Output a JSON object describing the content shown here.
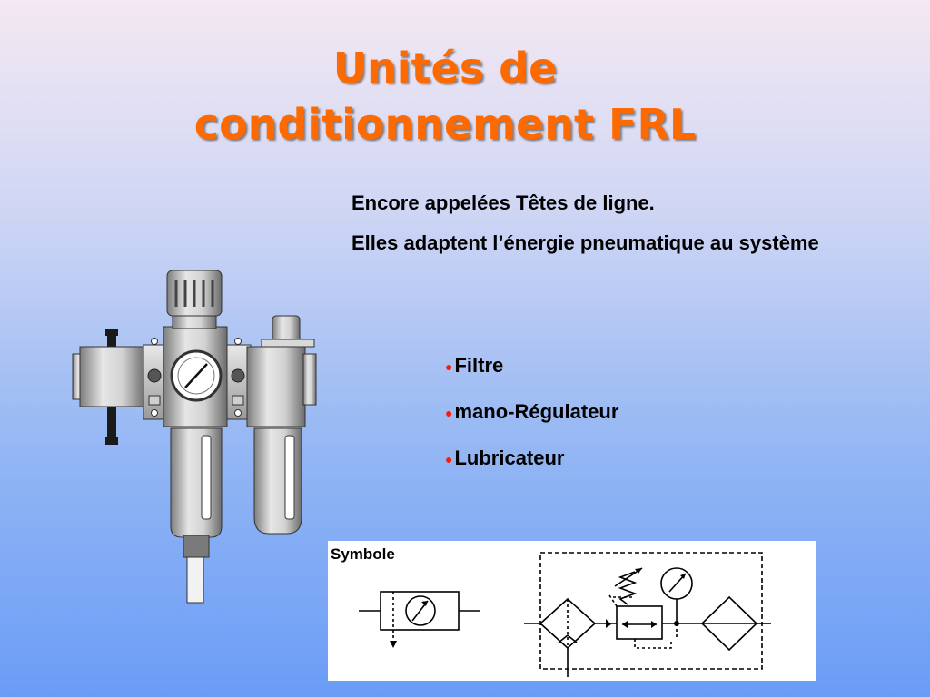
{
  "slide": {
    "title_line1": "Unités de",
    "title_line2": "conditionnement FRL",
    "intro": [
      "Encore appelées Têtes de ligne.",
      "Elles adaptent l’énergie pneumatique au système"
    ],
    "bullet_glyph": "●",
    "bullets": [
      "Filtre",
      "mano-Régulateur",
      "Lubricateur"
    ],
    "symbol_label": "Symbole"
  },
  "colors": {
    "title": "#ff6a00",
    "bullet": "#ff1a00",
    "background_top": "#f4e8f2",
    "background_bottom": "#6a9cf6"
  },
  "icons": {
    "device": "frl-unit-illustration",
    "symbol": "frl-pneumatic-symbol"
  }
}
